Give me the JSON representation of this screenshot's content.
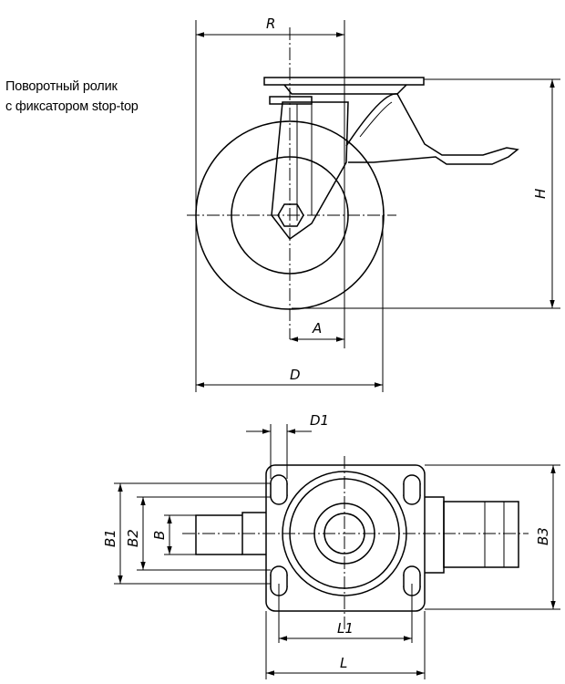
{
  "caption": {
    "line1": "Поворотный ролик",
    "line2": "с фиксатором stop-top"
  },
  "side_view": {
    "dims": {
      "R": "R",
      "H": "H",
      "A": "A",
      "D": "D"
    }
  },
  "top_view": {
    "dims": {
      "D1": "D1",
      "B1": "B1",
      "B2": "B2",
      "B": "B",
      "B3": "B3",
      "L1": "L1",
      "L": "L"
    }
  }
}
